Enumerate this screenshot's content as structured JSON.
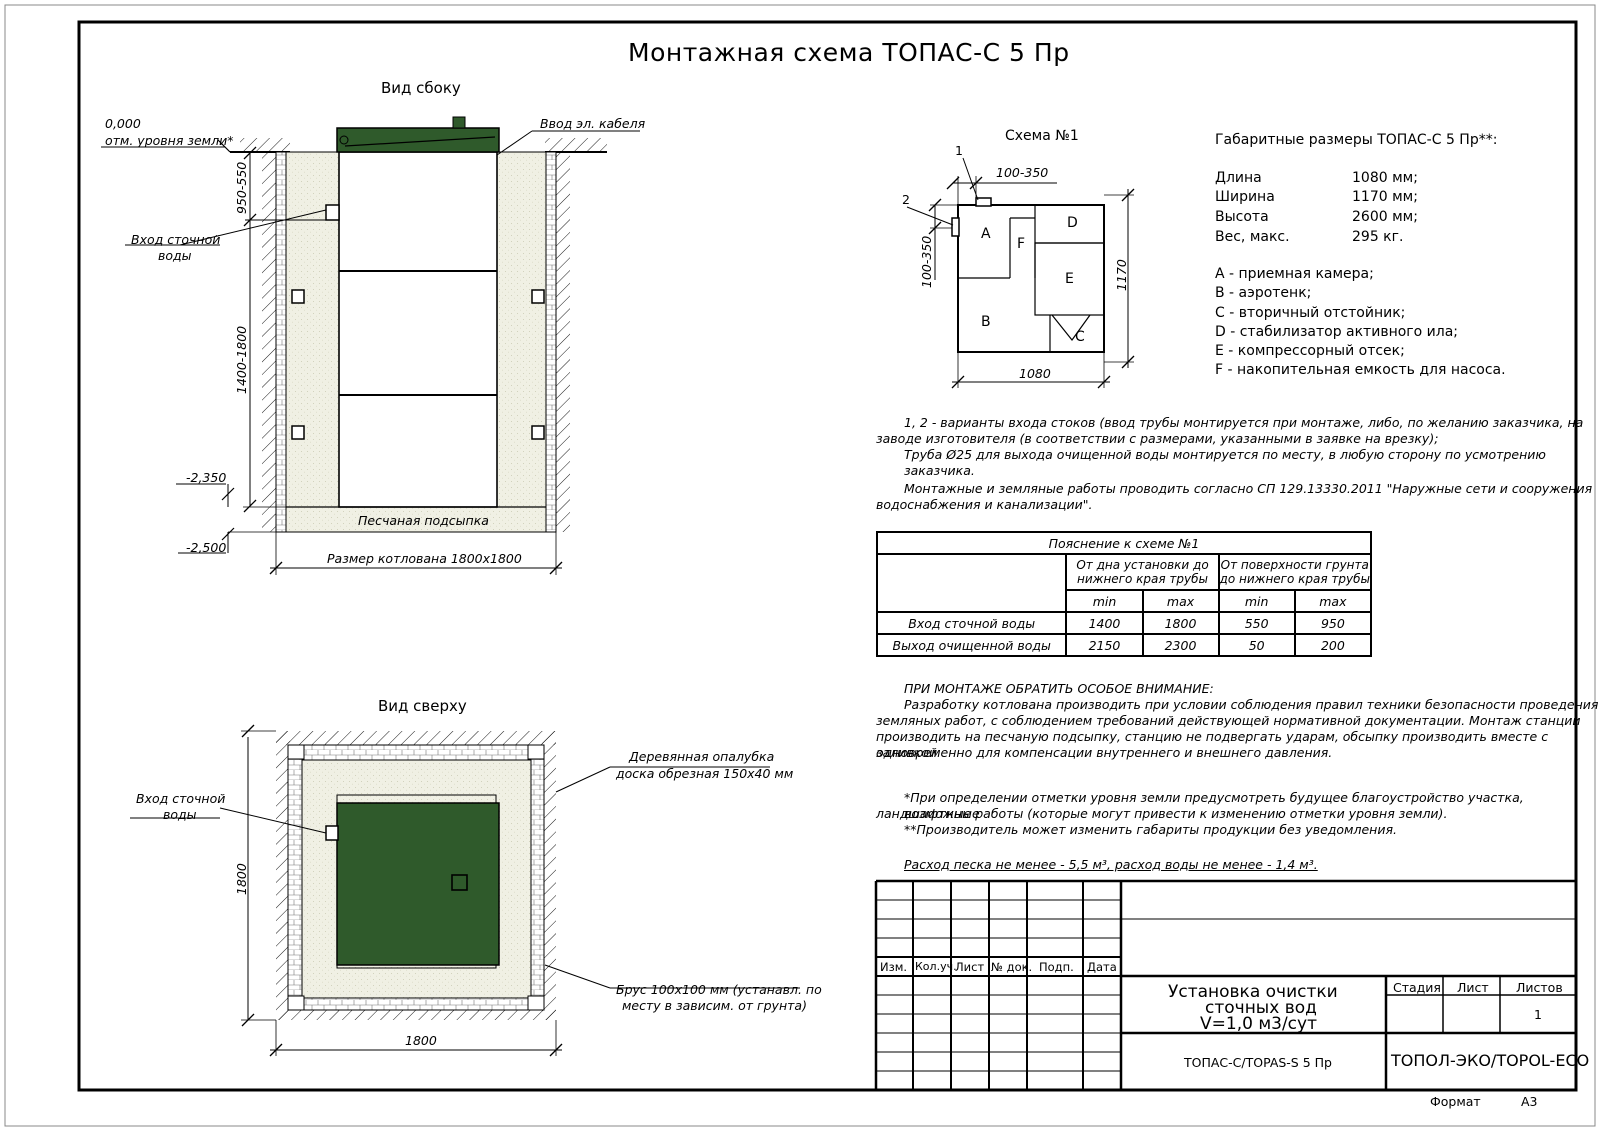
{
  "title": "Монтажная схема ТОПАС-С 5 Пр",
  "side_view": {
    "heading": "Вид сбоку",
    "ground_level": "0,000",
    "ground_label": "отм. уровня земли*",
    "cable_label": "Ввод эл. кабеля",
    "inlet_label_1": "Вход сточной",
    "inlet_label_2": "воды",
    "dim_950_550": "950-550",
    "dim_1400_1800": "1400-1800",
    "level_2350": "-2,350",
    "level_2500": "-2,500",
    "sand_label": "Песчаная подсыпка",
    "pit_size": "Размер котлована 1800х1800"
  },
  "top_view": {
    "heading": "Вид сверху",
    "inlet_label_1": "Вход сточной",
    "inlet_label_2": "воды",
    "formwork_1": "Деревянная опалубка",
    "formwork_2": "доска обрезная 150х40 мм",
    "beam_1": "Брус 100х100 мм (устанавл. по",
    "beam_2": "месту в зависим. от грунта)",
    "dim_h": "1800",
    "dim_v": "1800"
  },
  "scheme": {
    "heading": "Схема №1",
    "n1": "1",
    "n2": "2",
    "dim_top": "100-350",
    "dim_left": "100-350",
    "dim_width": "1080",
    "dim_height": "1170",
    "A": "A",
    "B": "B",
    "C": "C",
    "D": "D",
    "E": "E",
    "F": "F"
  },
  "dimensions": {
    "heading": "Габаритные размеры ТОПАС-С 5 Пр**:",
    "rows": [
      {
        "label": "Длина",
        "value": "1080 мм;"
      },
      {
        "label": "Ширина",
        "value": "1170 мм;"
      },
      {
        "label": "Высота",
        "value": "2600 мм;"
      },
      {
        "label": "Вес, макс.",
        "value": "295 кг."
      }
    ],
    "legend": [
      "A - приемная камера;",
      "B - аэротенк;",
      "C - вторичный отстойник;",
      "D - стабилизатор активного ила;",
      "E - компрессорный отсек;",
      "F - накопительная емкость для насоса."
    ]
  },
  "notes": {
    "n1_l1": "1, 2 - варианты входа  стоков (ввод трубы монтируется при монтаже, либо, по желанию заказчика, на",
    "n1_l2": "заводе изготовителя (в соответствии с размерами, указанными в заявке на врезку);",
    "n1_l3": "Труба Ø25 для выхода очищенной воды монтируется по месту, в любую сторону по усмотрению заказчика.",
    "n2_l1": "Монтажные и земляные работы проводить согласно СП 129.13330.2011 \"Наружные сети и сооружения",
    "n2_l2": "водоснабжения и канализации\"."
  },
  "table": {
    "caption": "Пояснение к схеме №1",
    "group1": "От дна установки до нижнего края трубы",
    "group2": "От поверхности грунта до нижнего края трубы",
    "min": "min",
    "max": "max",
    "rows": [
      {
        "label": "Вход сточной воды",
        "v1": "1400",
        "v2": "1800",
        "v3": "550",
        "v4": "950"
      },
      {
        "label": "Выход очищенной воды",
        "v1": "2150",
        "v2": "2300",
        "v3": "50",
        "v4": "200"
      }
    ]
  },
  "attention": {
    "heading": "ПРИ МОНТАЖЕ ОБРАТИТЬ ОСОБОЕ ВНИМАНИЕ:",
    "l1": "Разработку котлована производить при условии соблюдения правил техники безопасности проведения",
    "l2": "земляных работ, с соблюдением требований действующей нормативной документации. Монтаж станции",
    "l3": "производить на песчаную подсыпку, станцию не подвергать ударам, обсыпку производить вместе с заливкой",
    "l4": "одновременно для компенсации внутреннего и внешнего давления."
  },
  "footnotes": {
    "f1_l1": "*При определении отметки уровня земли предусмотреть будущее благоустройство участка, возможные",
    "f1_l2": "ландшафтные работы (которые могут привести к изменению отметки уровня земли).",
    "f2": "**Производитель может изменить габариты продукции без уведомления.",
    "consumption": "Расход песка не менее - 5,5 м³, расход воды не менее - 1,4 м³."
  },
  "stamp": {
    "cols": [
      "Изм.",
      "Кол.уч.",
      "Лист",
      "№ док.",
      "Подп.",
      "Дата"
    ],
    "name_l1": "Установка очистки",
    "name_l2": "сточных вод",
    "name_l3": "V=1,0 м3/сут",
    "stage": "Стадия",
    "sheet": "Лист",
    "sheets": "Листов",
    "sheets_value": "1",
    "designation": "ТОПАС-С/TOPAS-S 5 Пр",
    "company": "ТОПОЛ-ЭКО/TOPOL-ECO",
    "format_label": "Формат",
    "format_value": "А3"
  },
  "colors": {
    "tank": "#2f5a2b",
    "sand": "#f0f0e4",
    "line": "#000000"
  }
}
